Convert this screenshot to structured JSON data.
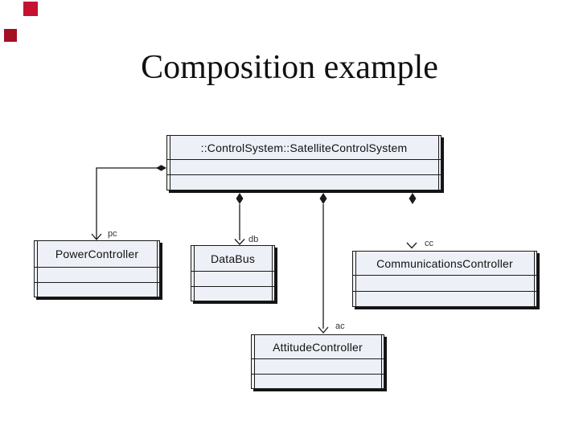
{
  "slide": {
    "title": "Composition example",
    "decor_squares": [
      {
        "name": "large-red-square",
        "color": "#c41230"
      },
      {
        "name": "small-red-square",
        "color": "#a50f26"
      }
    ]
  },
  "diagram": {
    "type": "uml-class-diagram",
    "classes": [
      {
        "name": "::ControlSystem::SatelliteControlSystem",
        "compartments": 3
      },
      {
        "name": "PowerController",
        "compartments": 3
      },
      {
        "name": "DataBus",
        "compartments": 3
      },
      {
        "name": "CommunicationsController",
        "compartments": 3
      },
      {
        "name": "AttitudeController",
        "compartments": 3
      }
    ],
    "links": [
      {
        "label": "pc",
        "from": "::ControlSystem::SatelliteControlSystem",
        "to": "PowerController",
        "kind": "composition"
      },
      {
        "label": "db",
        "from": "::ControlSystem::SatelliteControlSystem",
        "to": "DataBus",
        "kind": "composition"
      },
      {
        "label": "ac",
        "from": "::ControlSystem::SatelliteControlSystem",
        "to": "AttitudeController",
        "kind": "composition"
      },
      {
        "label": "cc",
        "from": "::ControlSystem::SatelliteControlSystem",
        "to": "CommunicationsController",
        "kind": "composition"
      }
    ],
    "colors": {
      "box_fill": "#eef0f8",
      "line": "#1a1a1a",
      "text": "#111111"
    }
  }
}
